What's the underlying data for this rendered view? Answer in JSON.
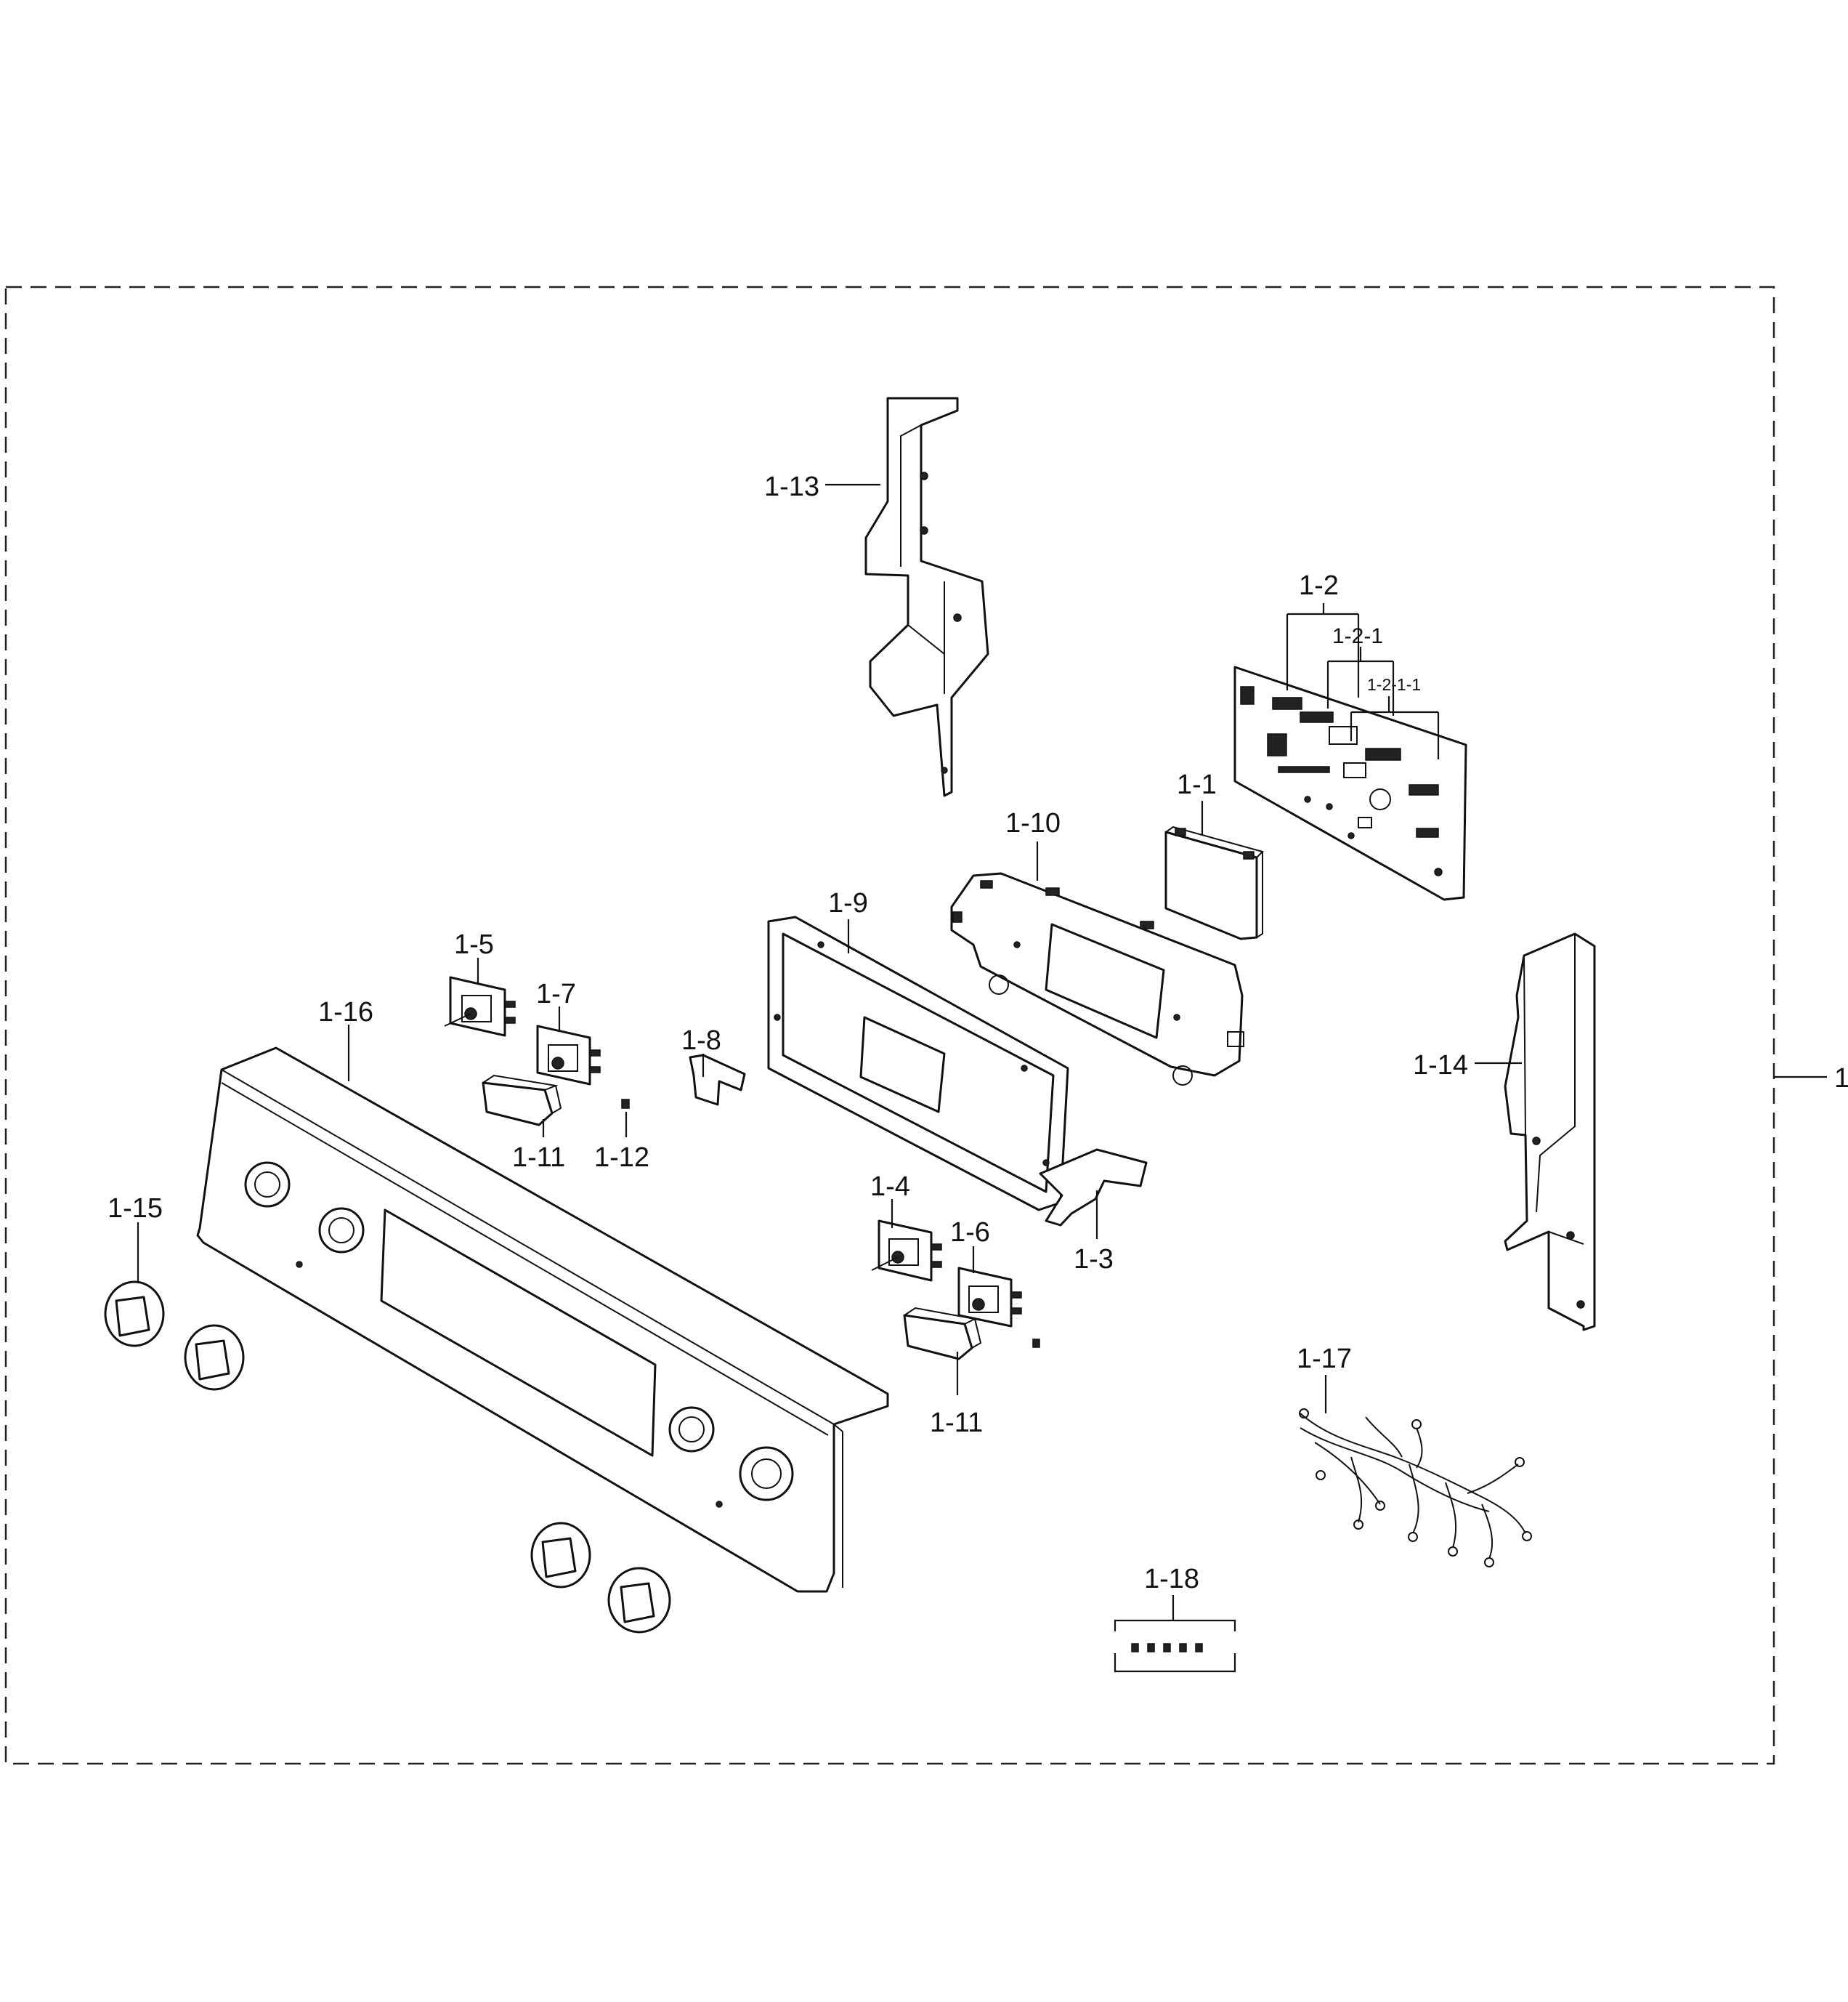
{
  "assembly_label": "1",
  "callouts": {
    "p1_1": "1-1",
    "p1_2": "1-2",
    "p1_2_1": "1-2-1",
    "p1_2_1_1": "1-2-1-1",
    "p1_3": "1-3",
    "p1_4": "1-4",
    "p1_5": "1-5",
    "p1_6": "1-6",
    "p1_7": "1-7",
    "p1_8": "1-8",
    "p1_9": "1-9",
    "p1_10": "1-10",
    "p1_11a": "1-11",
    "p1_11b": "1-11",
    "p1_12": "1-12",
    "p1_13": "1-13",
    "p1_14": "1-14",
    "p1_15": "1-15",
    "p1_16": "1-16",
    "p1_17": "1-17",
    "p1_18": "1-18"
  }
}
